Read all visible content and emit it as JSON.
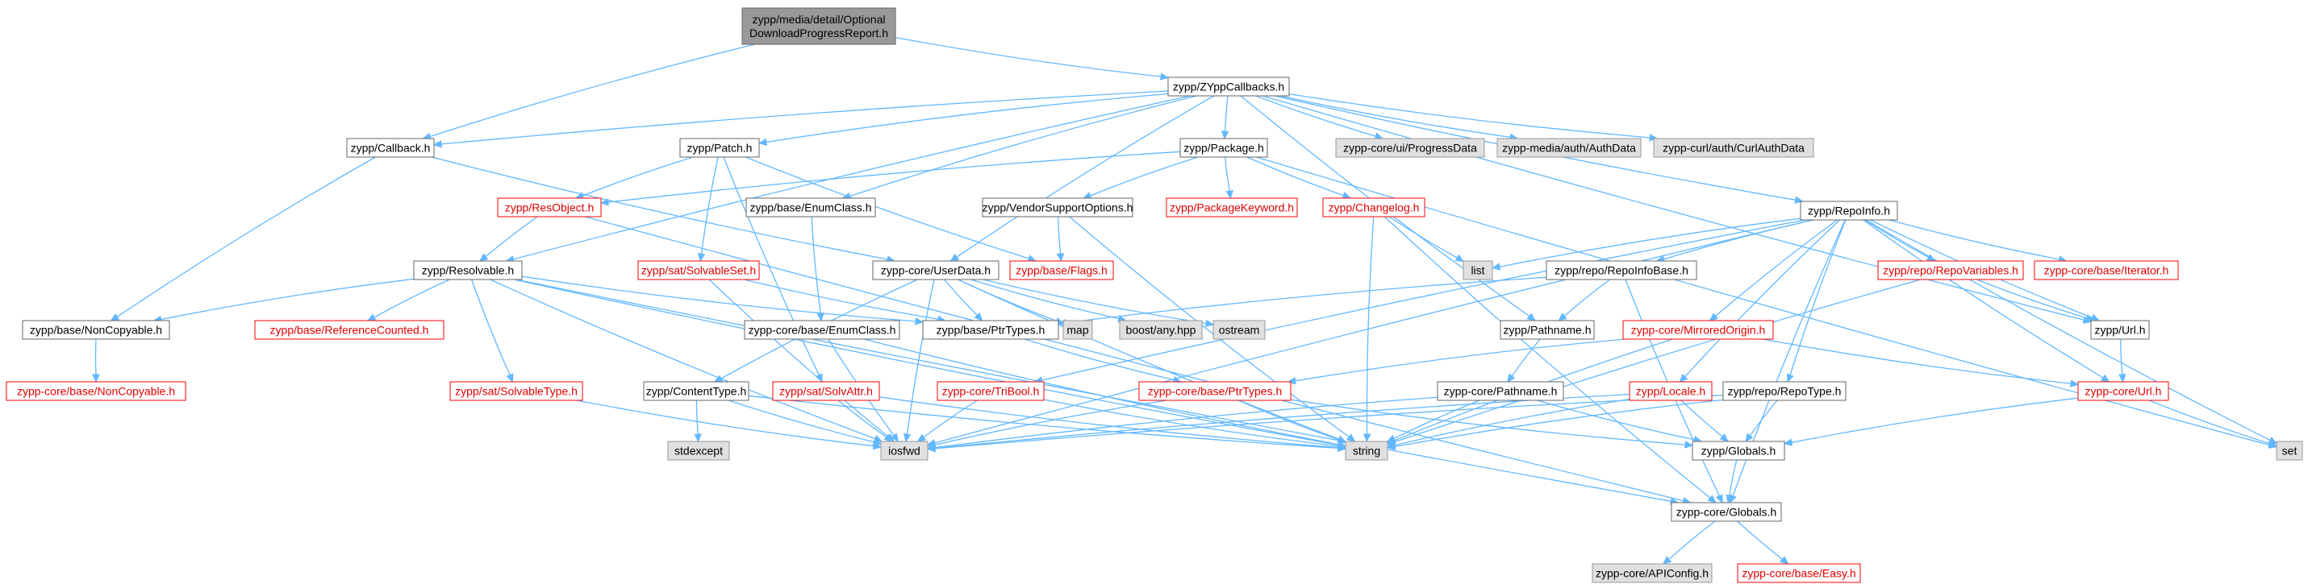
{
  "colors": {
    "edge": "#63b8ff",
    "default_border": "#666666",
    "default_fill": "#ffffff",
    "red_border": "#ff0000",
    "red_text": "#e00000",
    "gray_fill": "#e0e0e0",
    "gray_border": "#999999",
    "root_fill": "#999999",
    "root_border": "#666666"
  },
  "nodes": [
    {
      "id": "root",
      "label": [
        "zypp/media/detail/Optional",
        "DownloadProgressReport.h"
      ],
      "style": "root"
    },
    {
      "id": "zyppcallbacks",
      "label": [
        "zypp/ZYppCallbacks.h"
      ],
      "style": "normal"
    },
    {
      "id": "callback",
      "label": [
        "zypp/Callback.h"
      ],
      "style": "normal"
    },
    {
      "id": "patch",
      "label": [
        "zypp/Patch.h"
      ],
      "style": "normal"
    },
    {
      "id": "package",
      "label": [
        "zypp/Package.h"
      ],
      "style": "normal"
    },
    {
      "id": "progressdata",
      "label": [
        "zypp-core/ui/ProgressData"
      ],
      "style": "gray"
    },
    {
      "id": "authdata",
      "label": [
        "zypp-media/auth/AuthData"
      ],
      "style": "gray"
    },
    {
      "id": "curlauthdata",
      "label": [
        "zypp-curl/auth/CurlAuthData"
      ],
      "style": "gray"
    },
    {
      "id": "resobject",
      "label": [
        "zypp/ResObject.h"
      ],
      "style": "red"
    },
    {
      "id": "enumclass",
      "label": [
        "zypp/base/EnumClass.h"
      ],
      "style": "normal"
    },
    {
      "id": "vendorsupport",
      "label": [
        "zypp/VendorSupportOptions.h"
      ],
      "style": "normal"
    },
    {
      "id": "packagekeyword",
      "label": [
        "zypp/PackageKeyword.h"
      ],
      "style": "red"
    },
    {
      "id": "changelog",
      "label": [
        "zypp/Changelog.h"
      ],
      "style": "red"
    },
    {
      "id": "repoinfo",
      "label": [
        "zypp/RepoInfo.h"
      ],
      "style": "normal"
    },
    {
      "id": "resolvable",
      "label": [
        "zypp/Resolvable.h"
      ],
      "style": "normal"
    },
    {
      "id": "solvableset",
      "label": [
        "zypp/sat/SolvableSet.h"
      ],
      "style": "red"
    },
    {
      "id": "userdata",
      "label": [
        "zypp-core/UserData.h"
      ],
      "style": "normal"
    },
    {
      "id": "flags",
      "label": [
        "zypp/base/Flags.h"
      ],
      "style": "red"
    },
    {
      "id": "list",
      "label": [
        "list"
      ],
      "style": "gray"
    },
    {
      "id": "reposinfobase",
      "label": [
        "zypp/repo/RepoInfoBase.h"
      ],
      "style": "normal"
    },
    {
      "id": "repovariables",
      "label": [
        "zypp/repo/RepoVariables.h"
      ],
      "style": "red"
    },
    {
      "id": "iterator",
      "label": [
        "zypp-core/base/Iterator.h"
      ],
      "style": "red"
    },
    {
      "id": "noncopyable",
      "label": [
        "zypp/base/NonCopyable.h"
      ],
      "style": "normal"
    },
    {
      "id": "refcounted",
      "label": [
        "zypp/base/ReferenceCounted.h"
      ],
      "style": "red"
    },
    {
      "id": "coreenumclass",
      "label": [
        "zypp-core/base/EnumClass.h"
      ],
      "style": "normal"
    },
    {
      "id": "ptrtypes",
      "label": [
        "zypp/base/PtrTypes.h"
      ],
      "style": "normal"
    },
    {
      "id": "map",
      "label": [
        "map"
      ],
      "style": "gray"
    },
    {
      "id": "boostany",
      "label": [
        "boost/any.hpp"
      ],
      "style": "gray"
    },
    {
      "id": "ostream",
      "label": [
        "ostream"
      ],
      "style": "gray"
    },
    {
      "id": "pathname",
      "label": [
        "zypp/Pathname.h"
      ],
      "style": "normal"
    },
    {
      "id": "mirroredorigin",
      "label": [
        "zypp-core/MirroredOrigin.h"
      ],
      "style": "red"
    },
    {
      "id": "url",
      "label": [
        "zypp/Url.h"
      ],
      "style": "normal"
    },
    {
      "id": "corenoncopyable",
      "label": [
        "zypp-core/base/NonCopyable.h"
      ],
      "style": "red"
    },
    {
      "id": "solvabletype",
      "label": [
        "zypp/sat/SolvableType.h"
      ],
      "style": "red"
    },
    {
      "id": "contenttype",
      "label": [
        "zypp/ContentType.h"
      ],
      "style": "normal"
    },
    {
      "id": "solvattr",
      "label": [
        "zypp/sat/SolvAttr.h"
      ],
      "style": "red"
    },
    {
      "id": "tribool",
      "label": [
        "zypp-core/TriBool.h"
      ],
      "style": "red"
    },
    {
      "id": "coreptrtypes",
      "label": [
        "zypp-core/base/PtrTypes.h"
      ],
      "style": "red"
    },
    {
      "id": "corepathname",
      "label": [
        "zypp-core/Pathname.h"
      ],
      "style": "normal"
    },
    {
      "id": "locale",
      "label": [
        "zypp/Locale.h"
      ],
      "style": "red"
    },
    {
      "id": "repotype",
      "label": [
        "zypp/repo/RepoType.h"
      ],
      "style": "normal"
    },
    {
      "id": "coreurl",
      "label": [
        "zypp-core/Url.h"
      ],
      "style": "red"
    },
    {
      "id": "set",
      "label": [
        "set"
      ],
      "style": "gray"
    },
    {
      "id": "stdexcept",
      "label": [
        "stdexcept"
      ],
      "style": "gray"
    },
    {
      "id": "iosfwd",
      "label": [
        "iosfwd"
      ],
      "style": "gray"
    },
    {
      "id": "string",
      "label": [
        "string"
      ],
      "style": "gray"
    },
    {
      "id": "globals",
      "label": [
        "zypp/Globals.h"
      ],
      "style": "normal"
    },
    {
      "id": "coreglobals",
      "label": [
        "zypp-core/Globals.h"
      ],
      "style": "normal"
    },
    {
      "id": "apiconfig",
      "label": [
        "zypp-core/APIConfig.h"
      ],
      "style": "gray"
    },
    {
      "id": "easy",
      "label": [
        "zypp-core/base/Easy.h"
      ],
      "style": "red"
    }
  ],
  "edges": [
    [
      "root",
      "zyppcallbacks"
    ],
    [
      "root",
      "callback"
    ],
    [
      "zyppcallbacks",
      "callback"
    ],
    [
      "zyppcallbacks",
      "patch"
    ],
    [
      "zyppcallbacks",
      "package"
    ],
    [
      "zyppcallbacks",
      "progressdata"
    ],
    [
      "zyppcallbacks",
      "authdata"
    ],
    [
      "zyppcallbacks",
      "curlauthdata"
    ],
    [
      "zyppcallbacks",
      "repoinfo"
    ],
    [
      "zyppcallbacks",
      "resolvable"
    ],
    [
      "zyppcallbacks",
      "enumclass"
    ],
    [
      "zyppcallbacks",
      "userdata"
    ],
    [
      "zyppcallbacks",
      "pathname"
    ],
    [
      "zyppcallbacks",
      "url"
    ],
    [
      "callback",
      "userdata"
    ],
    [
      "callback",
      "noncopyable"
    ],
    [
      "patch",
      "resobject"
    ],
    [
      "patch",
      "solvableset"
    ],
    [
      "patch",
      "flags"
    ],
    [
      "patch",
      "solvattr"
    ],
    [
      "package",
      "resobject"
    ],
    [
      "package",
      "vendorsupport"
    ],
    [
      "package",
      "packagekeyword"
    ],
    [
      "package",
      "changelog"
    ],
    [
      "package",
      "set"
    ],
    [
      "resobject",
      "resolvable"
    ],
    [
      "resobject",
      "coreglobals"
    ],
    [
      "enumclass",
      "coreenumclass"
    ],
    [
      "vendorsupport",
      "flags"
    ],
    [
      "vendorsupport",
      "string"
    ],
    [
      "changelog",
      "list"
    ],
    [
      "changelog",
      "string"
    ],
    [
      "changelog",
      "coreglobals"
    ],
    [
      "repoinfo",
      "list"
    ],
    [
      "repoinfo",
      "set"
    ],
    [
      "repoinfo",
      "reposinfobase"
    ],
    [
      "repoinfo",
      "repovariables"
    ],
    [
      "repoinfo",
      "iterator"
    ],
    [
      "repoinfo",
      "mirroredorigin"
    ],
    [
      "repoinfo",
      "locale"
    ],
    [
      "repoinfo",
      "repotype"
    ],
    [
      "repoinfo",
      "url"
    ],
    [
      "repoinfo",
      "coreurl"
    ],
    [
      "repoinfo",
      "tribool"
    ],
    [
      "repoinfo",
      "coreglobals"
    ],
    [
      "repoinfo",
      "iosfwd"
    ],
    [
      "resolvable",
      "noncopyable"
    ],
    [
      "resolvable",
      "refcounted"
    ],
    [
      "resolvable",
      "solvabletype"
    ],
    [
      "resolvable",
      "ptrtypes"
    ],
    [
      "resolvable",
      "iosfwd"
    ],
    [
      "resolvable",
      "string"
    ],
    [
      "resolvable",
      "coreglobals"
    ],
    [
      "solvableset",
      "ptrtypes"
    ],
    [
      "solvableset",
      "iosfwd"
    ],
    [
      "userdata",
      "ptrtypes"
    ],
    [
      "userdata",
      "map"
    ],
    [
      "userdata",
      "boostany"
    ],
    [
      "userdata",
      "ostream"
    ],
    [
      "userdata",
      "contenttype"
    ],
    [
      "userdata",
      "string"
    ],
    [
      "userdata",
      "iosfwd"
    ],
    [
      "reposinfobase",
      "pathname"
    ],
    [
      "reposinfobase",
      "ptrtypes"
    ],
    [
      "reposinfobase",
      "coreglobals"
    ],
    [
      "repovariables",
      "url"
    ],
    [
      "repovariables",
      "string"
    ],
    [
      "noncopyable",
      "corenoncopyable"
    ],
    [
      "coreenumclass",
      "iosfwd"
    ],
    [
      "coreenumclass",
      "string"
    ],
    [
      "ptrtypes",
      "coreptrtypes"
    ],
    [
      "pathname",
      "corepathname"
    ],
    [
      "mirroredorigin",
      "coreptrtypes"
    ],
    [
      "mirroredorigin",
      "coreurl"
    ],
    [
      "mirroredorigin",
      "string"
    ],
    [
      "url",
      "coreurl"
    ],
    [
      "solvabletype",
      "iosfwd"
    ],
    [
      "contenttype",
      "stdexcept"
    ],
    [
      "contenttype",
      "iosfwd"
    ],
    [
      "contenttype",
      "string"
    ],
    [
      "solvattr",
      "iosfwd"
    ],
    [
      "solvattr",
      "string"
    ],
    [
      "tribool",
      "iosfwd"
    ],
    [
      "tribool",
      "string"
    ],
    [
      "coreptrtypes",
      "iosfwd"
    ],
    [
      "coreptrtypes",
      "string"
    ],
    [
      "coreptrtypes",
      "globals"
    ],
    [
      "corepathname",
      "iosfwd"
    ],
    [
      "corepathname",
      "string"
    ],
    [
      "corepathname",
      "globals"
    ],
    [
      "locale",
      "iosfwd"
    ],
    [
      "locale",
      "string"
    ],
    [
      "locale",
      "globals"
    ],
    [
      "repotype",
      "iosfwd"
    ],
    [
      "repotype",
      "string"
    ],
    [
      "repotype",
      "globals"
    ],
    [
      "coreurl",
      "set"
    ],
    [
      "coreurl",
      "globals"
    ],
    [
      "globals",
      "coreglobals"
    ],
    [
      "coreglobals",
      "apiconfig"
    ],
    [
      "coreglobals",
      "easy"
    ]
  ]
}
